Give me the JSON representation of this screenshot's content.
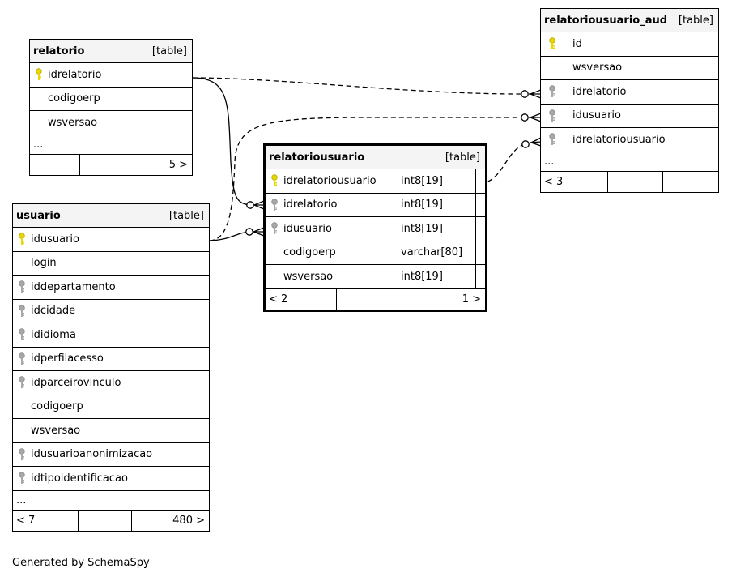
{
  "tables": {
    "relatorio": {
      "name": "relatorio",
      "type": "[table]",
      "columns": [
        "idrelatorio",
        "codigoerp",
        "wsversao"
      ],
      "more": "...",
      "footer": [
        "",
        "",
        "5 >"
      ]
    },
    "usuario": {
      "name": "usuario",
      "type": "[table]",
      "columns": [
        "idusuario",
        "login",
        "iddepartamento",
        "idcidade",
        "ididioma",
        "idperfilacesso",
        "idparceirovinculo",
        "codigoerp",
        "wsversao",
        "idusuarioanonimizacao",
        "idtipoidentificacao"
      ],
      "more": "...",
      "footer": [
        "< 7",
        "",
        "480 >"
      ]
    },
    "relatoriousuario": {
      "name": "relatoriousuario",
      "type": "[table]",
      "columns": [
        "idrelatoriousuario",
        "idrelatorio",
        "idusuario",
        "codigoerp",
        "wsversao"
      ],
      "types": [
        "int8[19]",
        "int8[19]",
        "int8[19]",
        "varchar[80]",
        "int8[19]"
      ],
      "footer": [
        "< 2",
        "",
        "1 >"
      ]
    },
    "relatoriousuario_aud": {
      "name": "relatoriousuario_aud",
      "type": "[table]",
      "columns": [
        "id",
        "wsversao",
        "idrelatorio",
        "idusuario",
        "idrelatoriousuario"
      ],
      "more": "...",
      "footer": [
        "< 3",
        "",
        ""
      ]
    }
  },
  "key_colors": {
    "primary": "#e8d800",
    "foreign": "#a8a8a8"
  },
  "credit": "Generated by SchemaSpy"
}
